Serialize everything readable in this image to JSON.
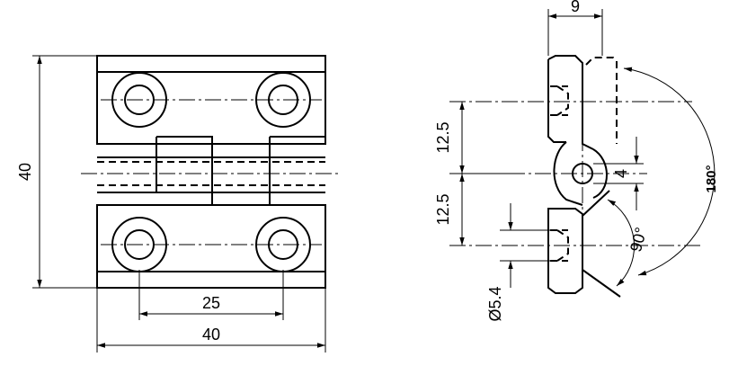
{
  "dimensions": {
    "width_total": "40",
    "hole_spacing": "25",
    "height_total": "40",
    "thickness": "9",
    "half_height_upper": "12.5",
    "half_height_lower": "12.5",
    "pin_diameter": "4",
    "hole_diameter": "Ø5.4",
    "angle_open": "180°",
    "angle_right": "90°"
  }
}
